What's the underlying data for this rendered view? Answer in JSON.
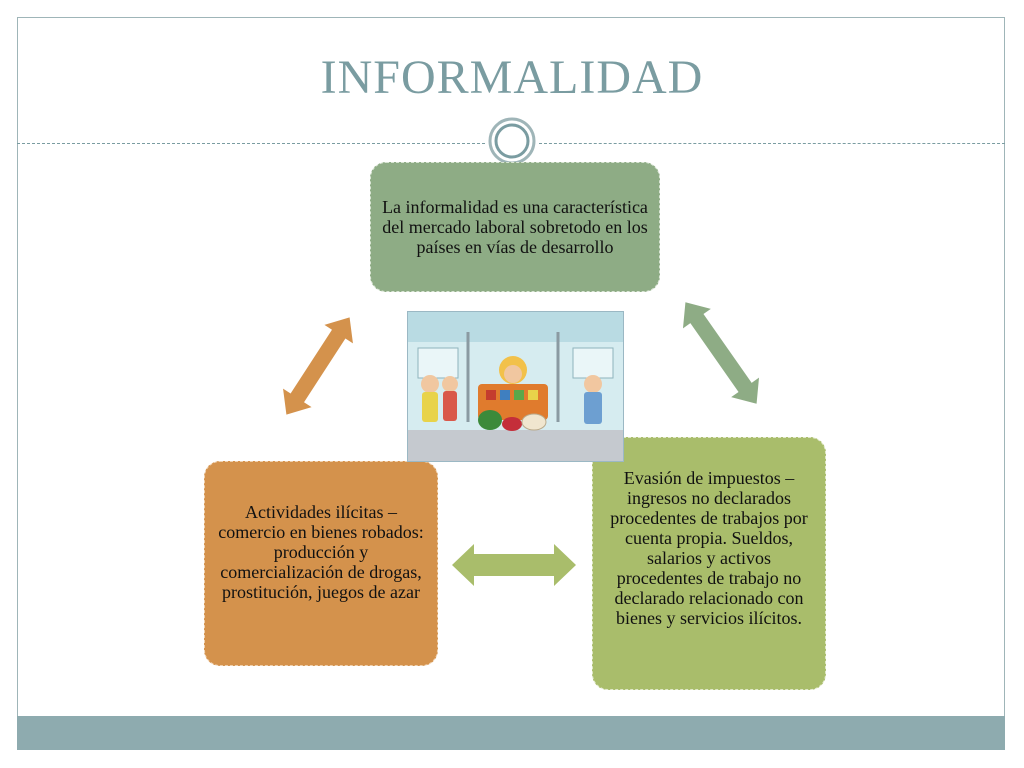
{
  "slide": {
    "title": "INFORMALIDAD"
  },
  "diagram": {
    "nodes": [
      {
        "id": "top",
        "text": "La informalidad es una característica del mercado laboral sobretodo en los países en vías de desarrollo",
        "color": "#8eac85"
      },
      {
        "id": "right",
        "text": "Evasión de impuestos – ingresos no declarados procedentes de trabajos por cuenta propia. Sueldos, salarios y activos procedentes de trabajo no declarado relacionado con bienes y servicios ilícitos.",
        "color": "#a9bd6b"
      },
      {
        "id": "left",
        "text": "Actividades ilícitas – comercio en bienes robados: producción y comercialización de drogas, prostitución, juegos de azar",
        "color": "#d4924c"
      }
    ],
    "edges": [
      {
        "from": "left",
        "to": "top",
        "style": "double-arrow",
        "color": "#d4924c"
      },
      {
        "from": "top",
        "to": "right",
        "style": "double-arrow",
        "color": "#8eac85"
      },
      {
        "from": "left",
        "to": "right",
        "style": "double-arrow",
        "color": "#a9bd6b"
      }
    ],
    "center_image": "cartoon-illustration-street-vendor-on-bus"
  },
  "theme": {
    "accent": "#7a9ca1",
    "footer": "#8eabaf"
  }
}
